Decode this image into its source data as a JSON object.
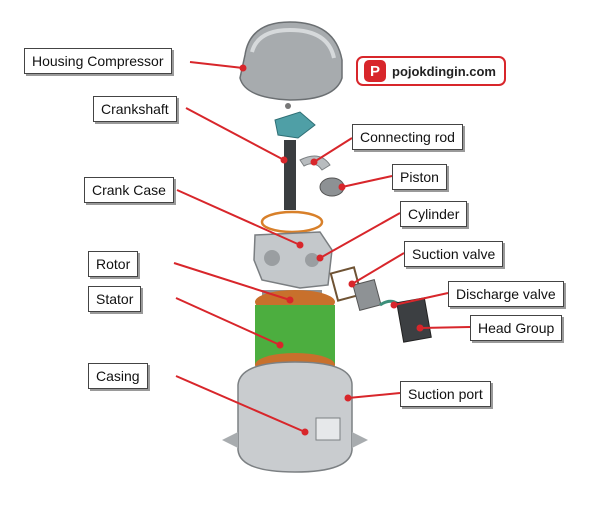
{
  "labels": {
    "housing_compressor": "Housing Compressor",
    "crankshaft": "Crankshaft",
    "connecting_rod": "Connecting rod",
    "piston": "Piston",
    "crank_case": "Crank Case",
    "cylinder": "Cylinder",
    "rotor": "Rotor",
    "suction_valve": "Suction valve",
    "stator": "Stator",
    "discharge_valve": "Discharge valve",
    "head_group": "Head Group",
    "casing": "Casing",
    "suction_port": "Suction port"
  },
  "brand": {
    "text": "pojokdingin.com",
    "icon": "logo-icon"
  },
  "colors": {
    "leader_line": "#d8262b",
    "brand": "#d8262b",
    "stator": "#4cae3f",
    "copper": "#c8702c"
  }
}
